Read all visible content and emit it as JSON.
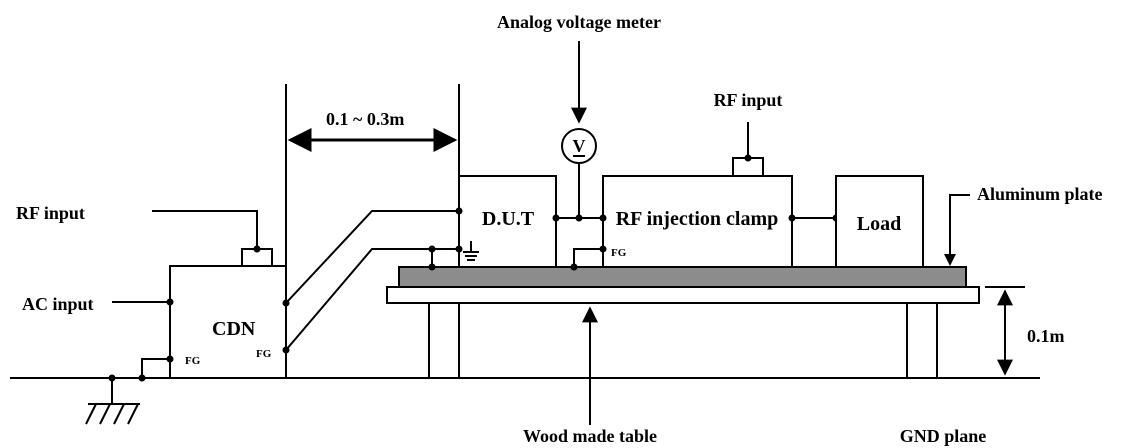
{
  "labels": {
    "analog_meter": "Analog voltage meter",
    "rf_input_top": "RF input",
    "rf_input_left": "RF input",
    "ac_input": "AC input",
    "cdn": "CDN",
    "fg_cdn_left": "FG",
    "fg_cdn_right": "FG",
    "distance": "0.1 ~ 0.3m",
    "dut": "D.U.T",
    "fg_dut": "FG",
    "rf_clamp": "RF injection clamp",
    "load": "Load",
    "aluminum_plate": "Aluminum plate",
    "height": "0.1m",
    "wood_table": "Wood made table",
    "gnd_plane": "GND plane",
    "meter_symbol": "V"
  },
  "colors": {
    "line": "#000000",
    "plate_fill": "#8c8c8c",
    "background": "#ffffff"
  }
}
